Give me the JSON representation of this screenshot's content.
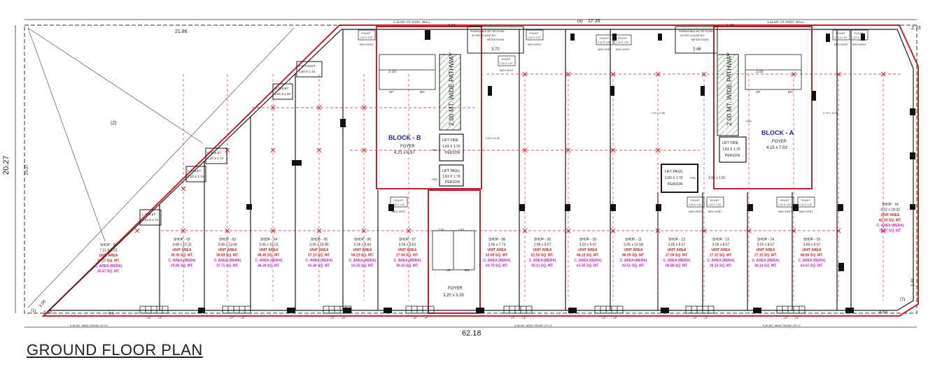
{
  "title": "GROUND FLOOR PLAN",
  "overall": {
    "total_width": "62.18",
    "left_height": "20.27",
    "left_height_inner": "20.27",
    "top_left_len": "21.86",
    "top_mid_len": "17.35",
    "top_mid_tag": "(4)",
    "left_tag": "(2)",
    "corner_tag_1": "(1)",
    "corner_tag_7": "(7)",
    "bottom_left_a": "3.00",
    "bottom_left_b": "3.00",
    "right_len": "2.73",
    "right_len_b": "4.59",
    "right_len_c": "3.40",
    "rs_label": "R.S."
  },
  "walls_text": {
    "para_top": "1.15 MT. HT. PARA. WALL",
    "para_top_right": "1.15 MT. HT. PARA. WALL",
    "wide_pathway": "2.00 MT. WIDE PATHWAY",
    "bottom_front_left": "0.90 MT. WIDE FRONT OT LT.",
    "bottom_front_mid": "0.90 MT. WIDE FRONT OT LT.",
    "bottom_front_right": "0.90 MT. WIDE FRONT OT LT."
  },
  "blocks": [
    {
      "name": "BLOCK - B",
      "foyer": "FOYER",
      "size": "4.21 x 6.97"
    },
    {
      "name": "BLOCK - A",
      "foyer": "FOYER",
      "size": "4.15 x 7.03"
    }
  ],
  "lifts": [
    {
      "l1": "LIFT FIRE",
      "l2": "1.83 X 1.70",
      "l3": "PERSON",
      "tag": "FRD"
    },
    {
      "l1": "LIFT PASS.",
      "l2": "1.83 X 1.70",
      "l3": "PERSON",
      "tag": "FRD"
    },
    {
      "l1": "LIFT FIRE",
      "l2": "1.83 X 1.70",
      "l3": "PERSON",
      "tag": "FRD"
    },
    {
      "l1": "LIFT PASS.",
      "l2": "1.83 X 1.70",
      "l3": "PERSON",
      "tag": "FRD"
    }
  ],
  "foyer_bottom": {
    "name": "FOYER",
    "size": "3.20 x 3.29"
  },
  "meter": [
    {
      "l1": "PERMISSIBLE METER ROOM",
      "l2": "AS PER CLAUSE NO.",
      "l3": "METER ROOM",
      "dim": "3.70"
    },
    {
      "l1": "PERMISSIBLE METER ROOM",
      "l2": "AS PER CLAUSE NO.",
      "l3": "METER ROOM",
      "dim": "2.46"
    }
  ],
  "toilets": [
    {
      "name": "P.H.TOILET",
      "size": "1.50 X 1.75"
    },
    {
      "name": "G.TOILET",
      "size": "1.22 X 1.50"
    },
    {
      "name": "G.TOILET",
      "size": "1.20 X 1.74"
    },
    {
      "name": "L.TOILET",
      "size": "1.22 X 1.74"
    },
    {
      "name": "L.TOILET",
      "size": "1.22 X 1.74"
    }
  ],
  "small_toilet": "TOILET",
  "small_toilet_size": "1.22 X 1.22",
  "mich_vent": "MICH.VENT",
  "up": "UP",
  "dn": "DN",
  "misc_dims": {
    "stair_w": "2.00",
    "d1": "1.94",
    "d2": "1.88",
    "d3": "3.69 x 9.48",
    "d4": "7.00 x 9.38",
    "d5": "3.95 x 1.81",
    "d6": "3.79 x 11.61",
    "d7": "1.53",
    "d8": "1.53"
  },
  "shops": [
    {
      "name": "SHOP - 01",
      "size": "7.11 X 5.31",
      "ua": "UNIT AREA",
      "ua_val": "37.27 SQ. MT.",
      "ca": "C. AREA (RERA)",
      "ca_val": "35.47 SQ. MT."
    },
    {
      "name": "SHOP - 02",
      "size": "3.08 x 10.31",
      "ua": "UNIT AREA",
      "ua_val": "30.30 SQ. MT.",
      "ca": "C. AREA (RERA)",
      "ca_val": "29.85 SQ. MT."
    },
    {
      "name": "SHOP - 03",
      "size": "3.08 x 13.08",
      "ua": "UNIT AREA",
      "ua_val": "39.83 SQ. MT.",
      "ca": "C. AREA (RERA)",
      "ca_val": "37.71 SQ. MT."
    },
    {
      "name": "SHOP - 04",
      "size": "3.05 x 16.01",
      "ua": "UNIT AREA",
      "ua_val": "48.40 SQ. MT.",
      "ca": "C. AREA (RERA)",
      "ca_val": "46.39 SQ. MT."
    },
    {
      "name": "SHOP - 05",
      "size": "3.05 x 18.85",
      "ua": "UNIT AREA",
      "ua_val": "57.13 SQ. MT.",
      "ca": "C. AREA (RERA)",
      "ca_val": "54.46 SQ. MT."
    },
    {
      "name": "SHOP - 06",
      "size": "3.05 x 8.63",
      "ua": "UNIT AREA",
      "ua_val": "56.23 SQ. MT.",
      "ca": "C. AREA (RERA)",
      "ca_val": "53.32 SQ. MT."
    },
    {
      "name": "SHOP - 07",
      "size": "3.05 x 8.63",
      "ua": "UNIT AREA",
      "ua_val": "27.94 SQ. MT.",
      "ca": "C. AREA (RERA)",
      "ca_val": "26.32 SQ. MT."
    },
    {
      "name": "SHOP - 08",
      "size": "2.96 x 7.73",
      "ua": "UNIT AREA",
      "ua_val": "63.69 SQ. MT.",
      "ca": "C. AREA (RERA)",
      "ca_val": "60.75 SQ. MT."
    },
    {
      "name": "SHOP - 09",
      "size": "2.96 x 9.97",
      "ua": "UNIT AREA",
      "ua_val": "61.50 SQ. MT.",
      "ca": "C. AREA (RERA)",
      "ca_val": "59.11 SQ. MT."
    },
    {
      "name": "SHOP - 10",
      "size": "3.20 x 9.97",
      "ua": "UNIT AREA",
      "ua_val": "66.23 SQ. MT.",
      "ca": "C. AREA (RERA)",
      "ca_val": "63.90 SQ. MT."
    },
    {
      "name": "SHOP - 11",
      "size": "3.05 x 10.58",
      "ua": "UNIT AREA",
      "ua_val": "96.59 SQ. MT.",
      "ca": "C. AREA (RERA)",
      "ca_val": "93.52 SQ. MT."
    },
    {
      "name": "SHOP - 12",
      "size": "3.05 x 8.57",
      "ua": "UNIT AREA",
      "ua_val": "27.09 SQ. MT.",
      "ca": "C. AREA (RERA)",
      "ca_val": "08.88 SQ. MT."
    },
    {
      "name": "SHOP - 13",
      "size": "3.05 x 8.57",
      "ua": "UNIT AREA",
      "ua_val": "27.31 SQ. MT.",
      "ca": "C. AREA (RERA)",
      "ca_val": "26.14 SQ. MT."
    },
    {
      "name": "SHOP - 14",
      "size": "3.05 x 8.57",
      "ua": "UNIT AREA",
      "ua_val": "27.31 SQ. MT.",
      "ca": "C. AREA (RERA)",
      "ca_val": "26.14 SQ. MT."
    },
    {
      "name": "SHOP - 15",
      "size": "3.65 x 8.57",
      "ua": "UNIT AREA",
      "ua_val": "66.84 SQ. MT.",
      "ca": "C. AREA (RERA)",
      "ca_val": "63.67 SQ. MT."
    },
    {
      "name": "SHOP - 16",
      "size": "4.52 x 18.02",
      "ua": "UNIT AREA",
      "ua_val": "82.33 SQ. MT.",
      "ca": "C. AREA (RERA)",
      "ca_val": "78.47 SQ. MT."
    }
  ],
  "colors": {
    "line": "#1a1a1a",
    "red": "#c0252b",
    "area_red": "#c0252b",
    "area_magenta": "#c21fc0",
    "block_blue": "#1d2a8c",
    "hatch": "#3a8a3a",
    "dim": "#444444"
  }
}
